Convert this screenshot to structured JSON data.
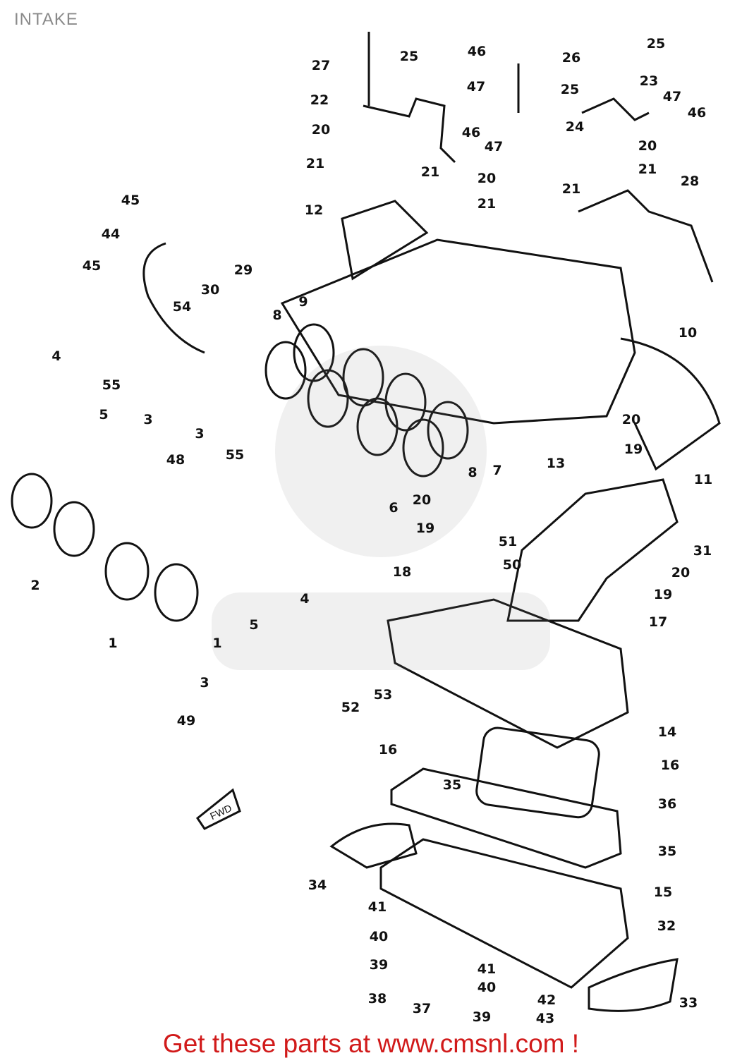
{
  "header": {
    "title": "INTAKE"
  },
  "diagram": {
    "fwd_marker": "FWD",
    "callouts": [
      "27",
      "25",
      "46",
      "47",
      "26",
      "25",
      "25",
      "23",
      "47",
      "46",
      "22",
      "20",
      "46",
      "47",
      "24",
      "20",
      "21",
      "21",
      "20",
      "21",
      "21",
      "21",
      "28",
      "45",
      "12",
      "44",
      "45",
      "29",
      "30",
      "54",
      "9",
      "8",
      "10",
      "4",
      "55",
      "5",
      "3",
      "3",
      "48",
      "55",
      "20",
      "19",
      "13",
      "8",
      "7",
      "6",
      "11",
      "20",
      "19",
      "51",
      "31",
      "2",
      "18",
      "50",
      "20",
      "19",
      "4",
      "5",
      "1",
      "1",
      "17",
      "3",
      "52",
      "53",
      "49",
      "14",
      "16",
      "16",
      "35",
      "36",
      "35",
      "34",
      "15",
      "41",
      "32",
      "40",
      "39",
      "41",
      "40",
      "42",
      "38",
      "33",
      "37",
      "39",
      "43"
    ]
  },
  "watermark": {
    "text": "WWW.CMSNL.COM"
  },
  "footer": {
    "text": "Get these parts at www.cmsnl.com !"
  }
}
